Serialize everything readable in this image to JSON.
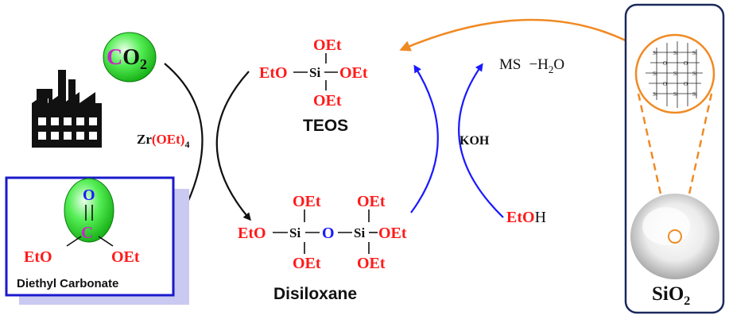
{
  "co2": {
    "c": "C",
    "o": "O",
    "sub": "2"
  },
  "catalyst": {
    "main": "Zr",
    "ligand": "(OEt)",
    "sub": "4"
  },
  "teos": {
    "top": "OEt",
    "left": "EtO",
    "center": "Si",
    "right": "OEt",
    "bottom": "OEt",
    "name": "TEOS"
  },
  "disiloxane": {
    "top1": "OEt",
    "top2": "OEt",
    "left": "EtO",
    "si1": "Si",
    "o": "O",
    "si2": "Si",
    "right": "OEt",
    "bottom1": "OEt",
    "bottom2": "OEt",
    "name": "Disiloxane"
  },
  "dec": {
    "o_top": "O",
    "c": "C",
    "left": "EtO",
    "right": "OEt",
    "name": "Diethyl Carbonate"
  },
  "koh": "KOH",
  "ms": {
    "ms": "MS",
    "minus": "−H",
    "sub": "2",
    "o": "O"
  },
  "etoh": {
    "eto": "EtO",
    "h": "H"
  },
  "silica": {
    "si": "Si",
    "o": "O",
    "label_si": "SiO",
    "label_sub": "2"
  },
  "colors": {
    "red": "#ff1a1a",
    "blue": "#1a1aff",
    "orange": "#f08a24",
    "navy": "#1b2a5c",
    "green": "#33dd33",
    "magenta": "#cc22cc"
  }
}
